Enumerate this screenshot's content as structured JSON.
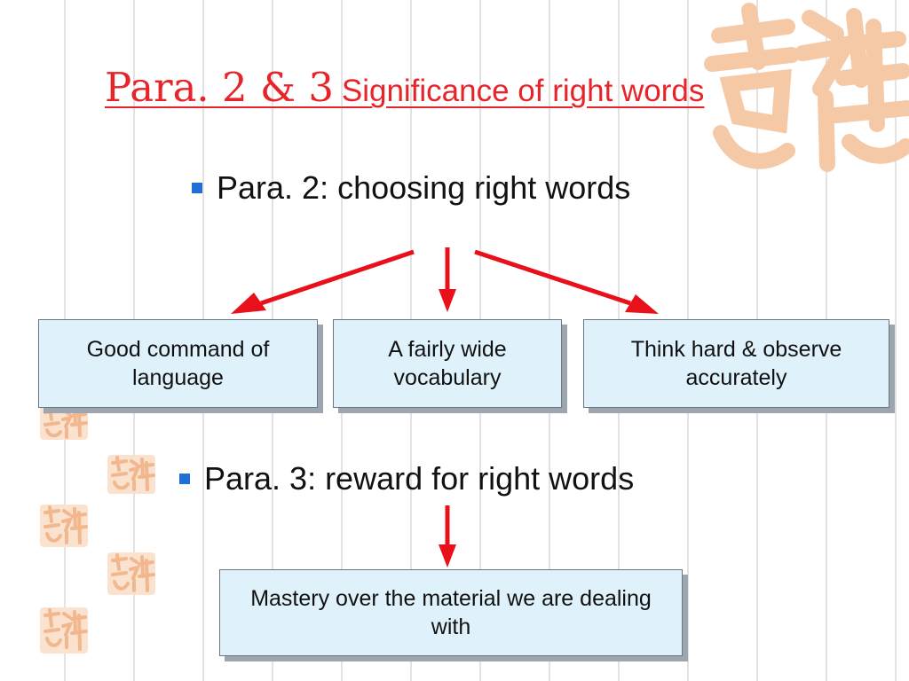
{
  "title": {
    "main": "Para. 2 & 3",
    "sub": "Significance of right words"
  },
  "bullets": [
    {
      "text": "Para. 2: choosing right words"
    },
    {
      "text": "Para. 3: reward for right words"
    }
  ],
  "boxes": [
    {
      "text": "Good command of language"
    },
    {
      "text": "A fairly wide vocabulary"
    },
    {
      "text": "Think hard & observe accurately"
    },
    {
      "text": "Mastery over the material we are dealing with"
    }
  ],
  "colors": {
    "title": "#e8242b",
    "arrow": "#e8101a",
    "box_fill": "#dff2fc",
    "bullet": "#1f6fd6",
    "watermark": "#f6c9a6"
  },
  "icons": {
    "watermark": "seal-watermark-icon",
    "bullet": "square-bullet-icon",
    "arrow": "arrow-icon"
  }
}
